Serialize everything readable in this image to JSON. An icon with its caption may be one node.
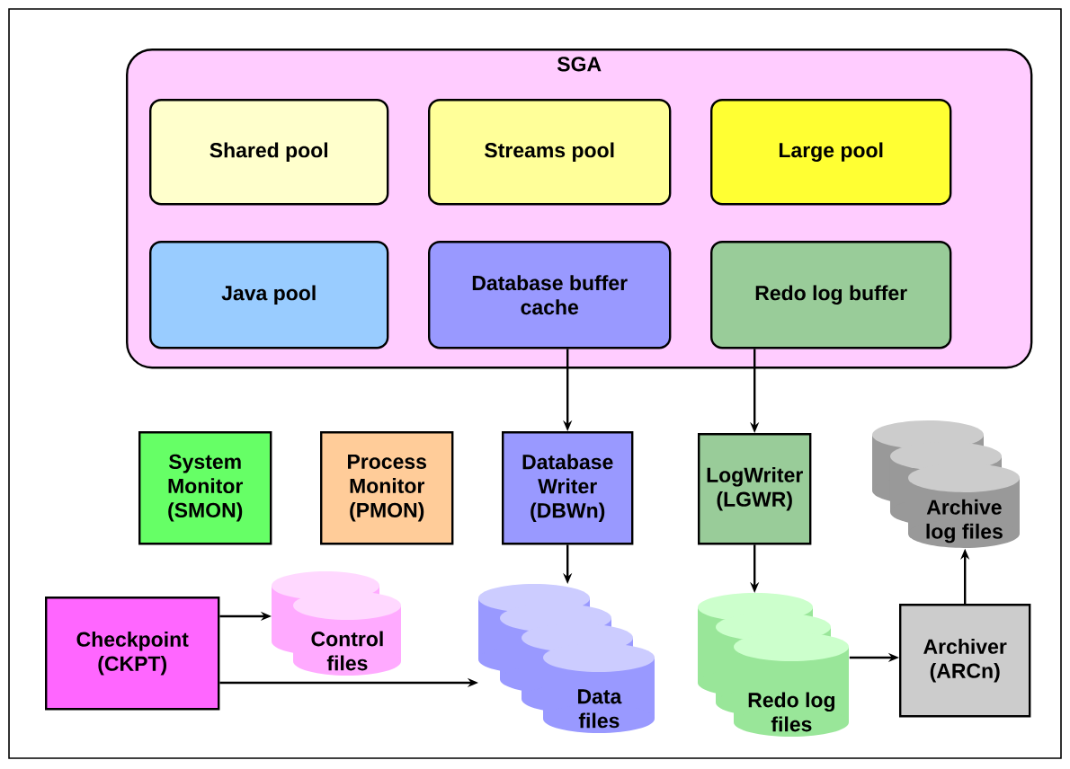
{
  "diagram": {
    "nodes": [
      {
        "text": [
          "SGA"
        ]
      },
      {
        "text": [
          "Shared pool"
        ],
        "in": 0
      },
      {
        "text": [
          "Streams pool"
        ],
        "in": 0
      },
      {
        "text": [
          "Large pool"
        ],
        "in": 0
      },
      {
        "text": [
          "Java pool"
        ],
        "in": 0
      },
      {
        "text": [
          "Database buffer cache"
        ],
        "in": 0
      },
      {
        "text": [
          "Redo log buffer"
        ],
        "in": 0
      },
      {
        "text": [
          "System Monitor (SMON)"
        ]
      },
      {
        "text": [
          "Process Monitor (PMON)"
        ]
      },
      {
        "text": [
          "Database Writer (DBWn)"
        ]
      },
      {
        "text": [
          "LogWriter (LGWR)"
        ]
      },
      {
        "text": [
          "Archive log files"
        ]
      },
      {
        "text": [
          "Checkpoint (CKPT)"
        ]
      },
      {
        "text": [
          "Control files"
        ]
      },
      {
        "text": [
          "Data files"
        ]
      },
      {
        "text": [
          "Redo log files"
        ]
      },
      {
        "text": [
          "Archiver (ARCn)"
        ]
      }
    ],
    "edges": [
      {
        "from": 5,
        "to": 9,
        "arrow": "to"
      },
      {
        "from": 6,
        "to": 10,
        "arrow": "to"
      },
      {
        "from": 9,
        "to": 14,
        "arrow": "to"
      },
      {
        "from": 10,
        "to": 15,
        "arrow": "to"
      },
      {
        "from": 12,
        "to": 13,
        "arrow": "to"
      },
      {
        "from": 12,
        "to": 14,
        "arrow": "to"
      },
      {
        "from": 15,
        "to": 16,
        "arrow": "to"
      },
      {
        "from": 16,
        "to": 11,
        "arrow": "to"
      }
    ]
  }
}
